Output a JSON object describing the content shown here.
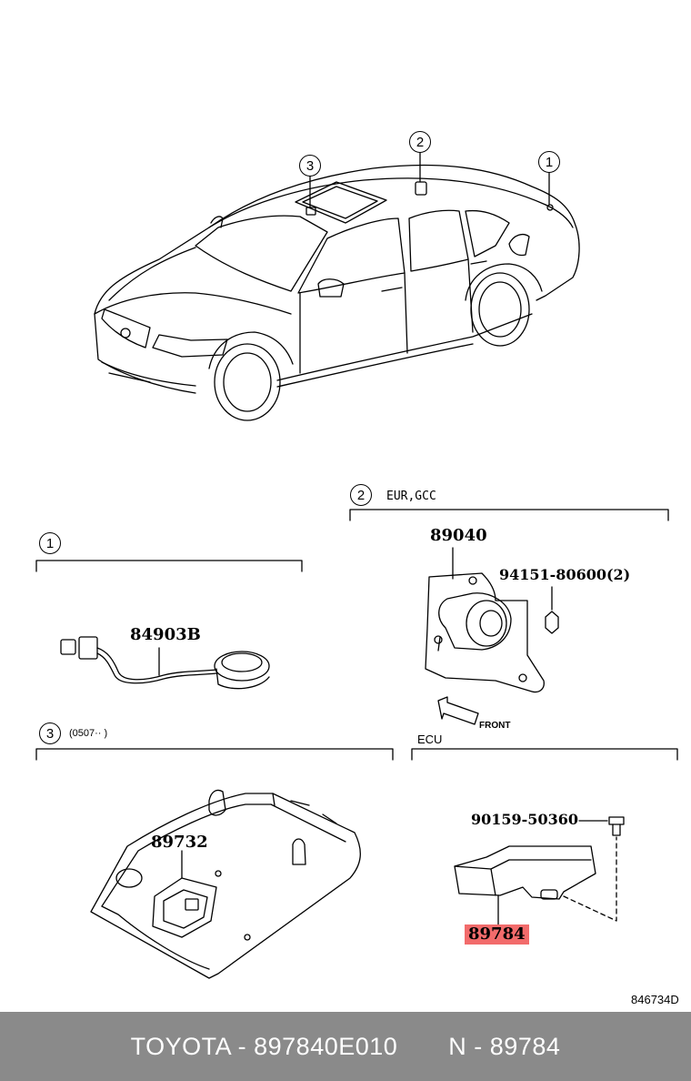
{
  "callouts": {
    "one": "1",
    "two": "2",
    "three": "3"
  },
  "sections": {
    "section1": {
      "number": "1"
    },
    "section2": {
      "number": "2",
      "note": "EUR,GCC"
    },
    "section3": {
      "number": "3",
      "note": "(0507··      )"
    },
    "ecu": {
      "note": "ECU"
    }
  },
  "parts": {
    "p84903B": "84903B",
    "p89040": "89040",
    "p94151": "94151-80600(2)",
    "p89732": "89732",
    "p90159": "90159-50360",
    "p89784": "89784"
  },
  "front_label": "FRONT",
  "diagram_code": "846734D",
  "footer": {
    "text": "TOYOTA - 897840E010       N - 89784"
  }
}
